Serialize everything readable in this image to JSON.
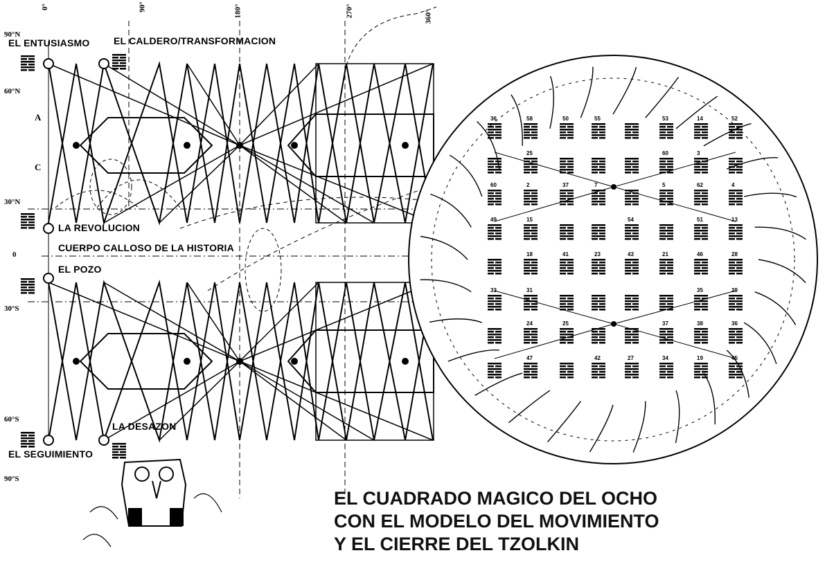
{
  "degrees": [
    "0°",
    "90°",
    "180°",
    "270°",
    "360°"
  ],
  "latitudes": [
    "90°N",
    "60°N",
    "30°N",
    "0",
    "30°S",
    "60°S",
    "90°S"
  ],
  "side_letters": [
    "A",
    "C"
  ],
  "labels": {
    "entusiasmo": "EL ENTUSIASMO",
    "caldero": "EL CALDERO/TRANSFORMACION",
    "revolucion": "LA REVOLUCION",
    "cuerpo": "CUERPO CALLOSO DE LA HISTORIA",
    "pozo": "EL POZO",
    "desazon": "LA DESAZON",
    "seguimiento": "EL SEGUIMIENTO"
  },
  "title_lines": [
    "EL CUADRADO MAGICO DEL OCHO",
    "CON EL MODELO DEL MOVIMIENTO",
    "Y EL CIERRE DEL TZOLKIN"
  ],
  "hexagram_numbers": [
    [
      "36",
      "58",
      "50",
      "55",
      "",
      "53",
      "14",
      "52"
    ],
    [
      "",
      "25",
      "",
      "",
      "",
      "60",
      "3",
      ""
    ],
    [
      "60",
      "2",
      "37",
      "7",
      "",
      "5",
      "62",
      "4"
    ],
    [
      "49",
      "15",
      "",
      "",
      "54",
      "",
      "51",
      "13"
    ],
    [
      "",
      "18",
      "41",
      "23",
      "43",
      "21",
      "46",
      "28"
    ],
    [
      "33",
      "31",
      "",
      "",
      "",
      "",
      "35",
      "29"
    ],
    [
      "",
      "24",
      "25",
      "",
      "",
      "37",
      "38",
      "36"
    ],
    [
      "",
      "47",
      "",
      "42",
      "27",
      "34",
      "19",
      "45"
    ]
  ]
}
